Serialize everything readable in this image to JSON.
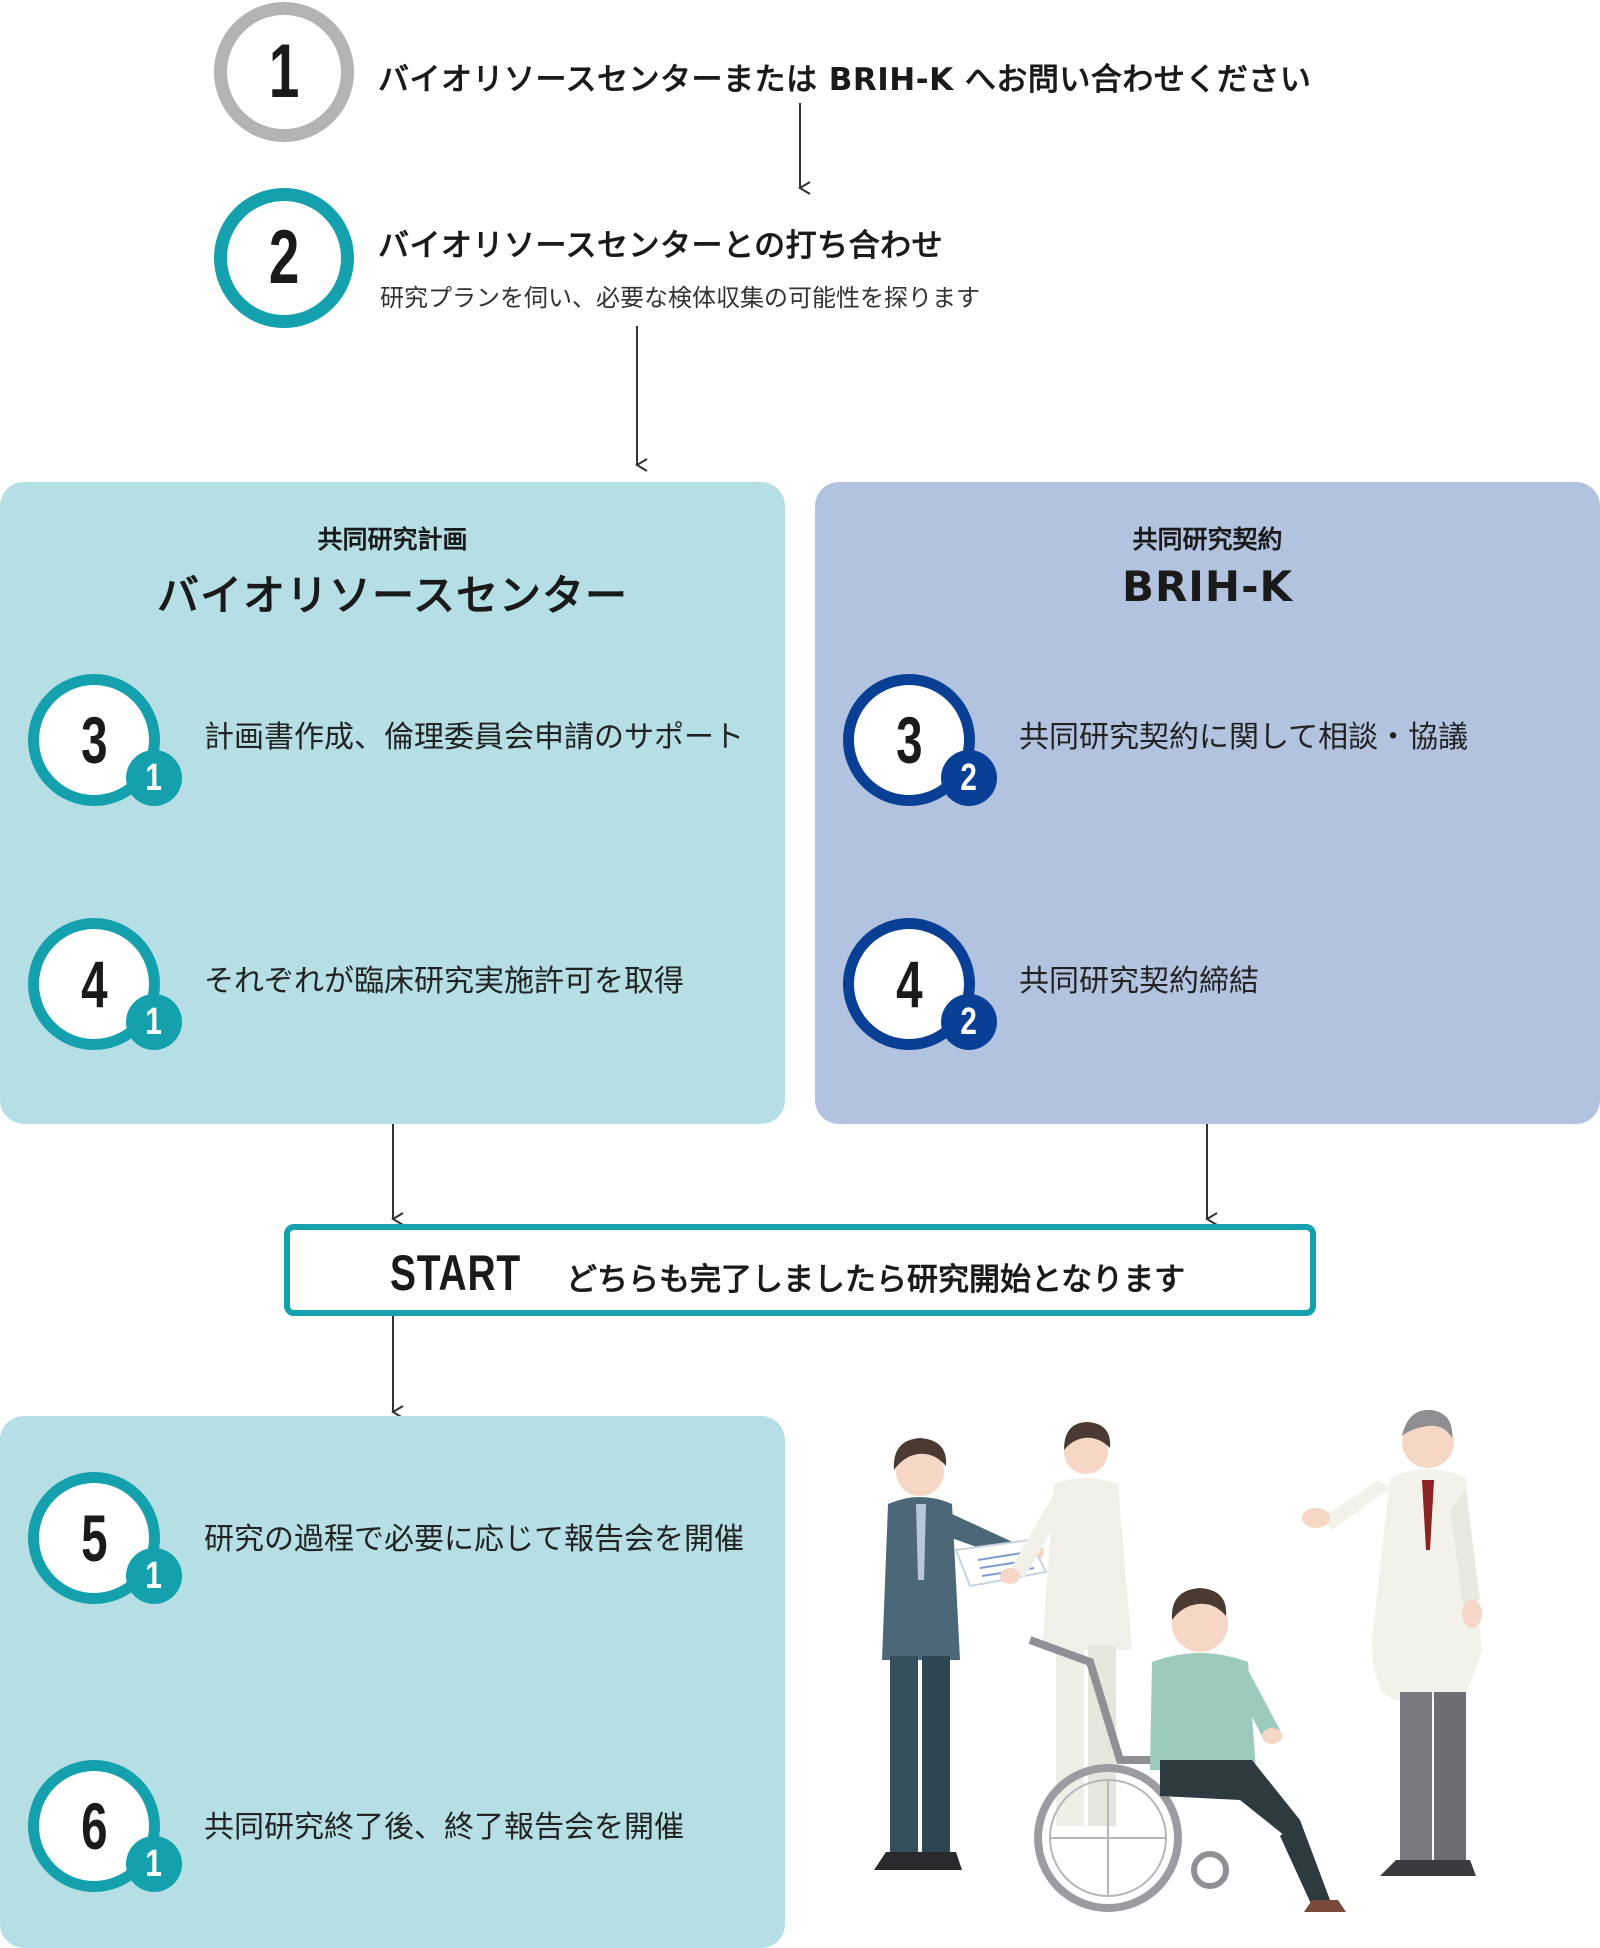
{
  "steps": {
    "s1": {
      "number": "1",
      "title": "バイオリソースセンターまたは BRIH-K へお問い合わせください"
    },
    "s2": {
      "number": "2",
      "title": "バイオリソースセンターとの打ち合わせ",
      "desc": "研究プランを伺い、必要な検体収集の可能性を探ります"
    }
  },
  "left_panel": {
    "label": "共同研究計画",
    "title": "バイオリソースセンター",
    "steps": [
      {
        "number": "3",
        "sub": "1",
        "text": "計画書作成、倫理委員会申請のサポート"
      },
      {
        "number": "4",
        "sub": "1",
        "text": "それぞれが臨床研究実施許可を取得"
      }
    ]
  },
  "right_panel": {
    "label": "共同研究契約",
    "title": "BRIH-K",
    "steps": [
      {
        "number": "3",
        "sub": "2",
        "text": "共同研究契約に関して相談・協議"
      },
      {
        "number": "4",
        "sub": "2",
        "text": "共同研究契約締結"
      }
    ]
  },
  "start": {
    "word": "START",
    "text": "どちらも完了しましたら研究開始となります"
  },
  "bottom_panel": {
    "steps": [
      {
        "number": "5",
        "sub": "1",
        "text": "研究の過程で必要に応じて報告会を開催"
      },
      {
        "number": "6",
        "sub": "1",
        "text": "共同研究終了後、終了報告会を開催"
      }
    ]
  },
  "colors": {
    "teal": "#14a1ad",
    "navy": "#0a3f96",
    "gray": "#b3b3b3",
    "panel_teal": "#b5dfe4",
    "panel_blue": "#b2c3df"
  }
}
